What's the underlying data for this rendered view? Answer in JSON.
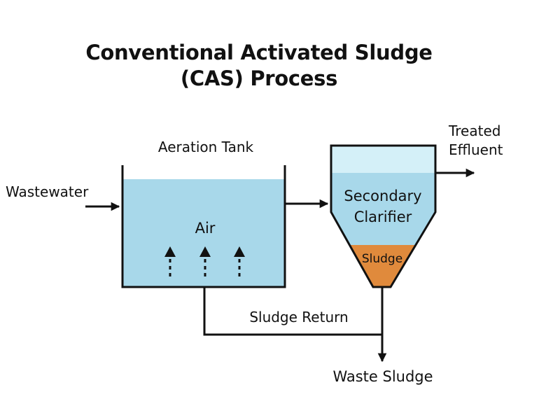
{
  "title": {
    "line1": "Conventional Activated Sludge",
    "line2": "(CAS) Process"
  },
  "labels": {
    "wastewater": "Wastewater",
    "aeration_tank": "Aeration Tank",
    "air": "Air",
    "secondary_clarifier_line1": "Secondary",
    "secondary_clarifier_line2": "Clarifier",
    "sludge": "Sludge",
    "treated_effluent_line1": "Treated",
    "treated_effluent_line2": "Effluent",
    "sludge_return": "Sludge Return",
    "waste_sludge": "Waste Sludge"
  },
  "colors": {
    "water": "#a8d8ea",
    "clear_water": "#d4f0f8",
    "sludge": "#e08a3c",
    "line": "#111111"
  },
  "flow": [
    {
      "from": "Wastewater",
      "to": "Aeration Tank"
    },
    {
      "from": "Aeration Tank",
      "to": "Secondary Clarifier"
    },
    {
      "from": "Secondary Clarifier",
      "to": "Treated Effluent"
    },
    {
      "from": "Secondary Clarifier",
      "to": "Sludge Return",
      "target": "Aeration Tank"
    },
    {
      "from": "Secondary Clarifier",
      "to": "Waste Sludge"
    }
  ]
}
